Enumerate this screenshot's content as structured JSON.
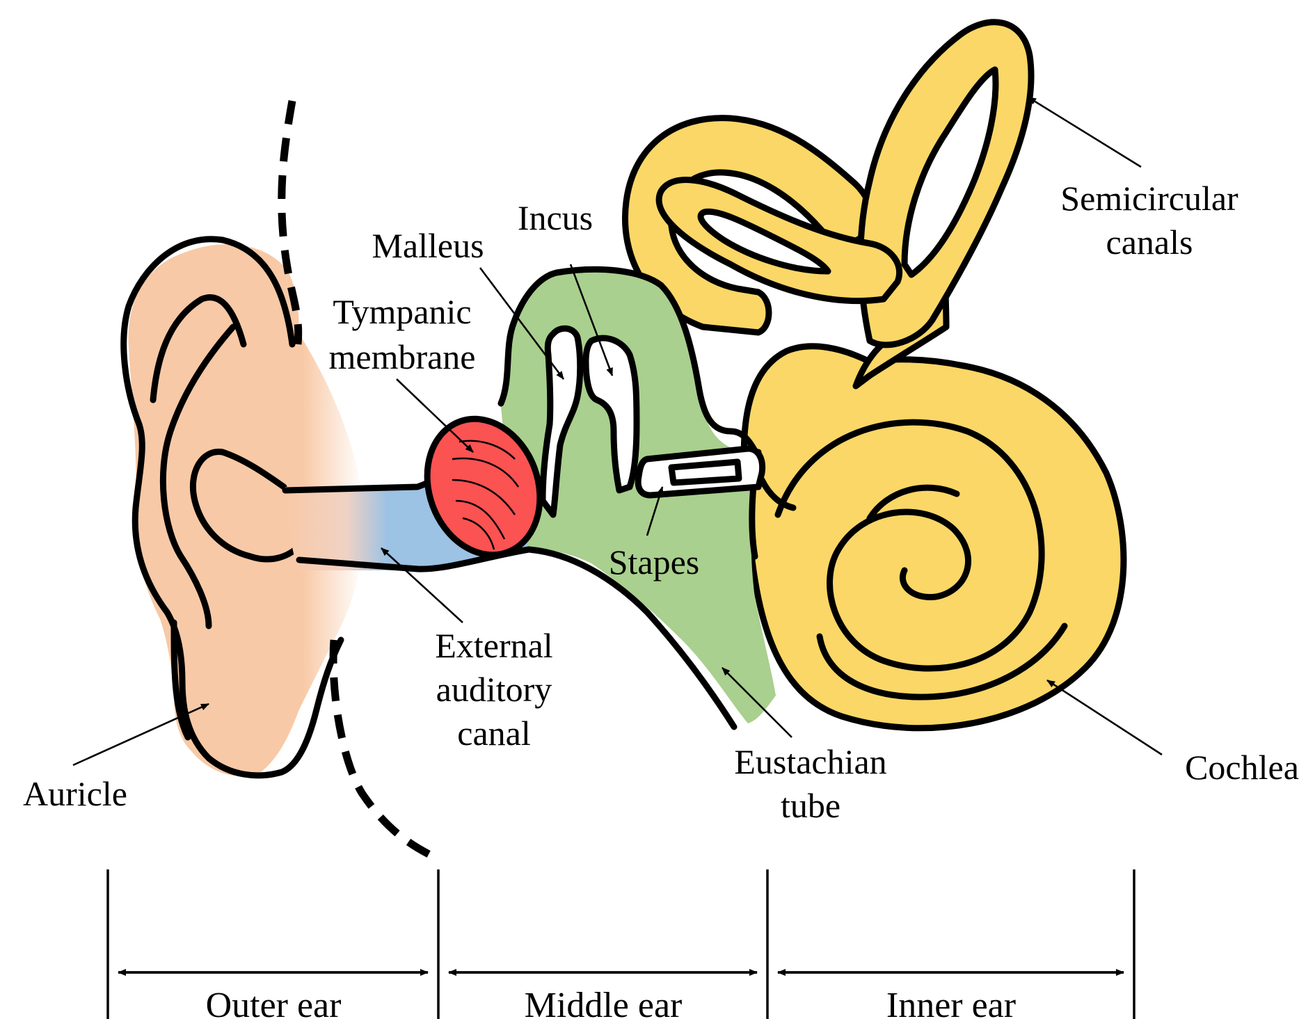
{
  "labels": {
    "malleus": "Malleus",
    "incus": "Incus",
    "tympanic_line1": "Tympanic",
    "tympanic_line2": "membrane",
    "semicircular_line1": "Semicircular",
    "semicircular_line2": "canals",
    "stapes": "Stapes",
    "external_line1": "External",
    "external_line2": "auditory",
    "external_line3": "canal",
    "eustachian_line1": "Eustachian",
    "eustachian_line2": "tube",
    "cochlea": "Cochlea",
    "auricle": "Auricle"
  },
  "regions": {
    "outer": "Outer ear",
    "middle": "Middle ear",
    "inner": "Inner ear"
  },
  "colors": {
    "auricle": "#f8c9a6",
    "canal": "#9cc2e4",
    "tympanic": "#fb5252",
    "middle_cavity": "#a9d08e",
    "inner_ear": "#fbd767",
    "outline": "#000000"
  }
}
